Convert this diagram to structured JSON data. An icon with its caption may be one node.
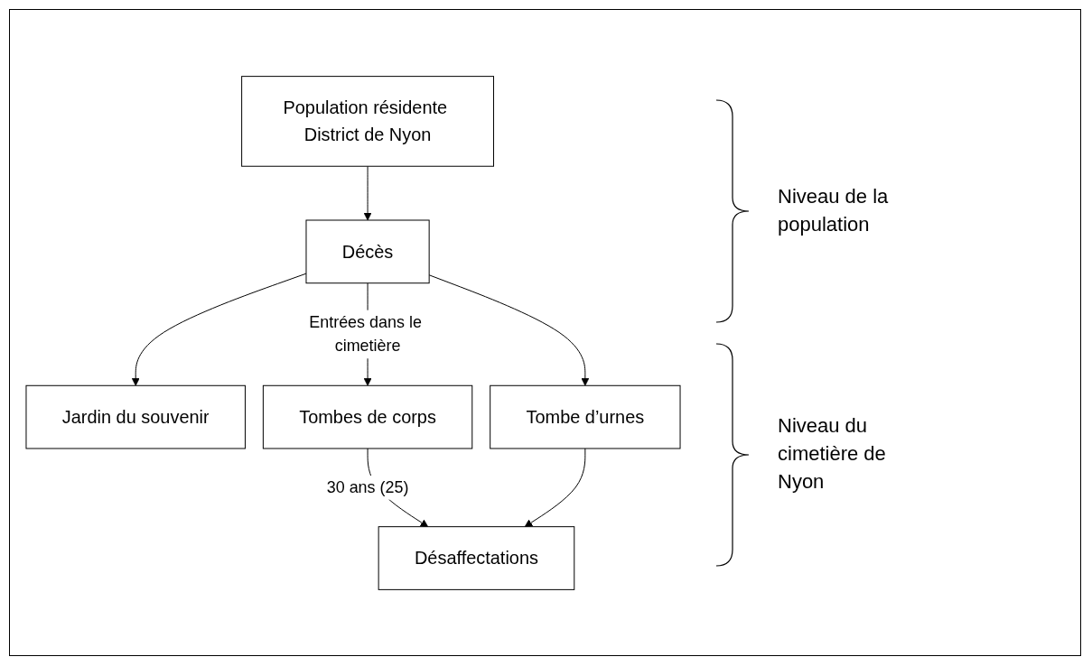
{
  "diagram": {
    "nodes": [
      {
        "text": [
          "Population résidente District de Nyon"
        ]
      },
      {
        "text": [
          "Décès"
        ]
      },
      {
        "text": [
          "Jardin du souvenir"
        ]
      },
      {
        "text": [
          "Tombes de corps"
        ]
      },
      {
        "text": [
          "Tombe d’urnes"
        ]
      },
      {
        "text": [
          "Désaffectations"
        ]
      }
    ],
    "edges": [
      {
        "from": 0,
        "to": 1,
        "arrow": "to"
      },
      {
        "from": 1,
        "to": 2,
        "arrow": "to"
      },
      {
        "from": 1,
        "to": 3,
        "arrow": "to",
        "label": "Entrées dans le cimetière"
      },
      {
        "from": 1,
        "to": 4,
        "arrow": "to"
      },
      {
        "from": 3,
        "to": 5,
        "arrow": "to",
        "label": "30 ans (25)"
      },
      {
        "from": 4,
        "to": 5,
        "arrow": "to"
      }
    ],
    "labels": [
      "Niveau de la population",
      "Niveau du cimetière de Nyon"
    ]
  }
}
